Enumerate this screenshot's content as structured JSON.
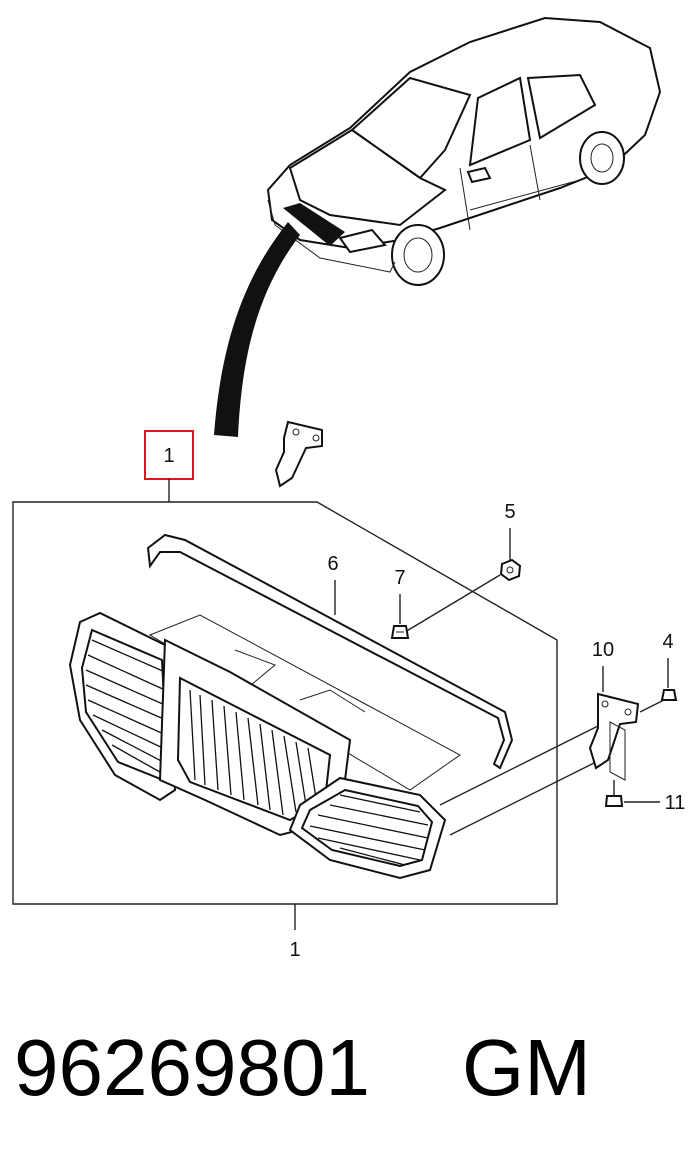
{
  "diagram": {
    "highlight_color": "#e0141c",
    "callouts": {
      "grille_assembly_top": "1",
      "grille_assembly_bottom": "1",
      "nut": "5",
      "molding": "6",
      "clip": "7",
      "bracket": "10",
      "screw": "4",
      "bolt": "11"
    }
  },
  "footer": {
    "part_number": "96269801",
    "brand": "GM"
  }
}
